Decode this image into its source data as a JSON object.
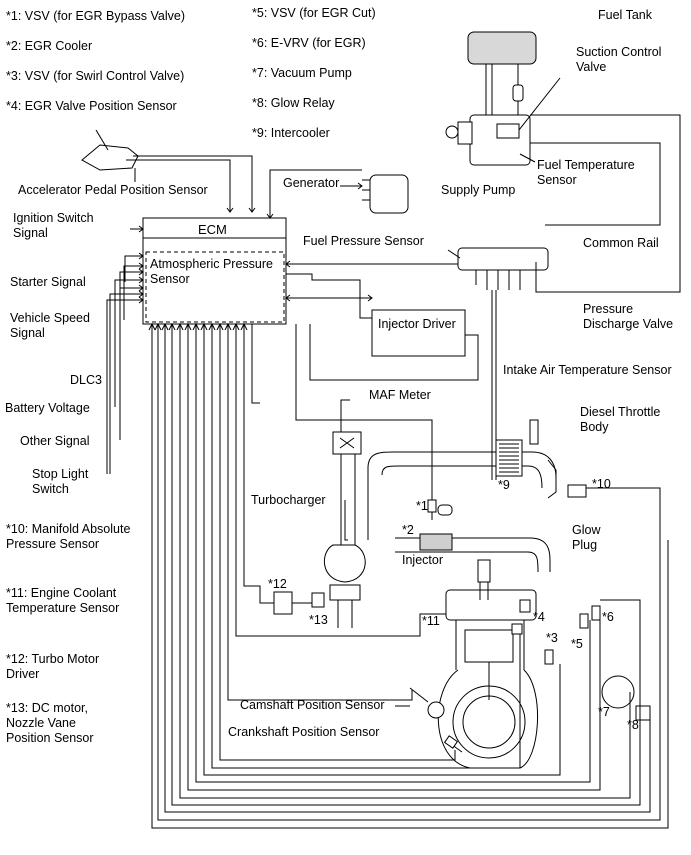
{
  "legend": {
    "n1": "*1: VSV (for EGR Bypass Valve)",
    "n2": "*2: EGR Cooler",
    "n3": "*3: VSV (for Swirl Control Valve)",
    "n4": "*4: EGR Valve Position Sensor",
    "n5": "*5: VSV (for EGR Cut)",
    "n6": "*6: E-VRV (for EGR)",
    "n7": "*7: Vacuum Pump",
    "n8": "*8: Glow Relay",
    "n9": "*9: Intercooler",
    "n10": "*10: Manifold Absolute\nPressure Sensor",
    "n11": "*11: Engine Coolant\nTemperature Sensor",
    "n12": "*12: Turbo Motor\nDriver",
    "n13": "*13: DC motor,\nNozzle Vane\nPosition Sensor"
  },
  "ecm": {
    "title": "ECM",
    "atm_sensor": "Atmospheric Pressure\nSensor"
  },
  "inputs": {
    "accel_pedal": "Accelerator Pedal Position Sensor",
    "ignition": "Ignition Switch\nSignal",
    "starter": "Starter Signal",
    "vehicle_speed": "Vehicle Speed\nSignal",
    "dlc3": "DLC3",
    "battery": "Battery Voltage",
    "other": "Other Signal",
    "stop_light": "Stop Light\nSwitch"
  },
  "components": {
    "generator": "Generator",
    "fuel_tank": "Fuel Tank",
    "suction_valve": "Suction Control\nValve",
    "fuel_temp": "Fuel Temperature\nSensor",
    "supply_pump": "Supply Pump",
    "fuel_pressure": "Fuel Pressure Sensor",
    "common_rail": "Common Rail",
    "pressure_discharge": "Pressure\nDischarge Valve",
    "injector_driver": "Injector Driver",
    "iat_sensor": "Intake Air Temperature Sensor",
    "maf": "MAF Meter",
    "throttle": "Diesel Throttle\nBody",
    "turbo": "Turbocharger",
    "glow_plug": "Glow\nPlug",
    "injector": "Injector",
    "camshaft": "Camshaft Position Sensor",
    "crankshaft": "Crankshaft Position Sensor"
  },
  "callouts": {
    "c1": "*1",
    "c2": "*2",
    "c3": "*3",
    "c4": "*4",
    "c5": "*5",
    "c6": "*6",
    "c7": "*7",
    "c8": "*8",
    "c9": "*9",
    "c10": "*10",
    "c11": "*11",
    "c12": "*12",
    "c13": "*13"
  }
}
